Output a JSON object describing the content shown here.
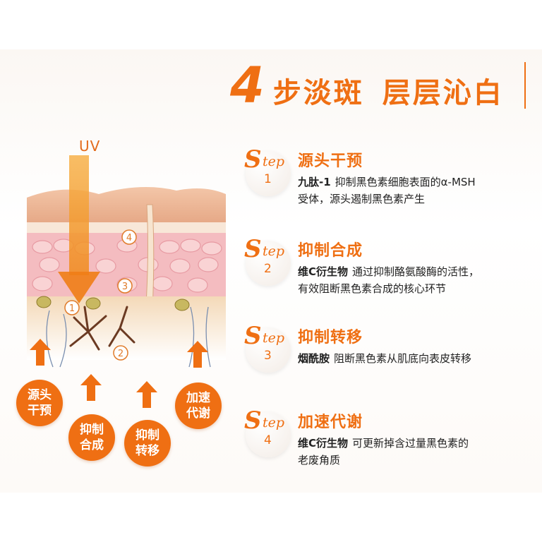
{
  "headline": {
    "number": "4",
    "part1": "步淡斑",
    "part2": "层层沁白"
  },
  "illustration": {
    "uv_label": "UV",
    "markers": [
      "1",
      "2",
      "3",
      "4"
    ]
  },
  "badges": [
    {
      "label": "源头\n干预"
    },
    {
      "label": "抑制\n合成"
    },
    {
      "label": "抑制\n转移"
    },
    {
      "label": "加速\n代谢"
    }
  ],
  "steps": [
    {
      "logo_s": "S",
      "logo_tep": "tep",
      "number": "1",
      "title": "源头干预",
      "keyword": "九肽-1",
      "text_line1": "抑制黑色素细胞表面的α-MSH",
      "text_line2": "受体，源头遏制黑色素产生"
    },
    {
      "logo_s": "S",
      "logo_tep": "tep",
      "number": "2",
      "title": "抑制合成",
      "keyword": "维C衍生物",
      "text_line1": "通过抑制酪氨酸酶的活性，",
      "text_line2": "有效阻断黑色素合成的核心环节"
    },
    {
      "logo_s": "S",
      "logo_tep": "tep",
      "number": "3",
      "title": "抑制转移",
      "keyword": "烟酰胺",
      "text_line1": "阻断黑色素从肌底向表皮转移",
      "text_line2": ""
    },
    {
      "logo_s": "S",
      "logo_tep": "tep",
      "number": "4",
      "title": "加速代谢",
      "keyword": "维C衍生物",
      "text_line1": "可更新掉含过量黑色素的",
      "text_line2": "老废角质"
    }
  ],
  "colors": {
    "accent": "#ef6f13",
    "text": "#222222"
  }
}
